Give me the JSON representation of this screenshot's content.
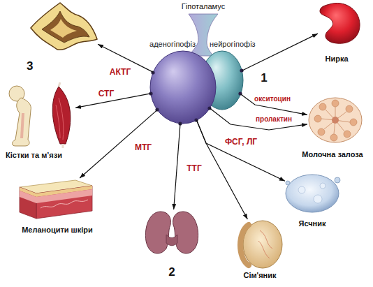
{
  "diagram": {
    "nodes": [
      {
        "text": [
          "аденогіпофіз"
        ]
      },
      {
        "text": [
          "нейрогіпофіз"
        ]
      },
      {
        "text": [
          "3"
        ]
      },
      {
        "text": [
          "Нирка"
        ]
      },
      {
        "text": [
          "Кістки та м’язи"
        ]
      },
      {
        "text": [
          "Молочна залоза"
        ]
      },
      {
        "text": [
          "Меланоцити шкіри"
        ]
      },
      {
        "text": [
          "Ясчник"
        ]
      },
      {
        "text": [
          "2"
        ]
      },
      {
        "text": [
          "Сім'яник"
        ]
      }
    ],
    "edges": [
      {
        "from": 0,
        "to": 2,
        "arrow": "to",
        "label": "АКТГ"
      },
      {
        "from": 0,
        "to": 4,
        "arrow": "to",
        "label": "СТГ"
      },
      {
        "from": 0,
        "to": 6,
        "arrow": "to",
        "label": "МТГ"
      },
      {
        "from": 0,
        "to": 8,
        "arrow": "to",
        "label": "ТТГ"
      },
      {
        "from": 0,
        "to": 9,
        "arrow": "to",
        "label": "ФСГ, ЛГ"
      },
      {
        "from": 0,
        "to": 7,
        "arrow": "to"
      },
      {
        "from": 1,
        "to": 3,
        "arrow": "to"
      },
      {
        "from": 1,
        "to": 5,
        "arrow": "to",
        "label": "окситоцин"
      },
      {
        "from": 0,
        "to": 5,
        "arrow": "to",
        "label": "пролактин"
      }
    ],
    "labels": [
      "Гіпоталамус",
      "1"
    ]
  }
}
